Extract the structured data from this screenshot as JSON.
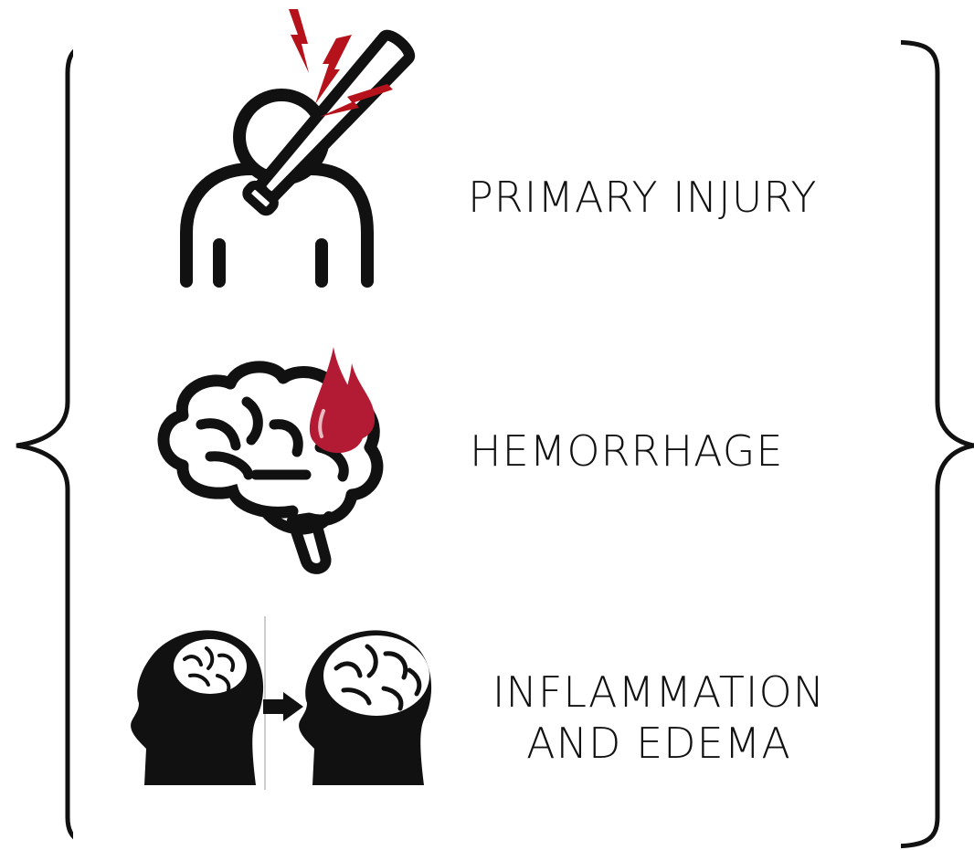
{
  "stages": [
    {
      "label": "PRIMARY INJURY",
      "icon": "head-bat-impact-icon"
    },
    {
      "label": "HEMORRHAGE",
      "icon": "brain-blood-drop-icon"
    },
    {
      "label_lines": [
        "INFLAMMATION",
        "AND EDEMA"
      ],
      "icon": "brain-swelling-icon"
    }
  ],
  "colors": {
    "stroke": "#111111",
    "blood": "#b31b34",
    "lightning": "#b5121b",
    "background": "#ffffff"
  }
}
